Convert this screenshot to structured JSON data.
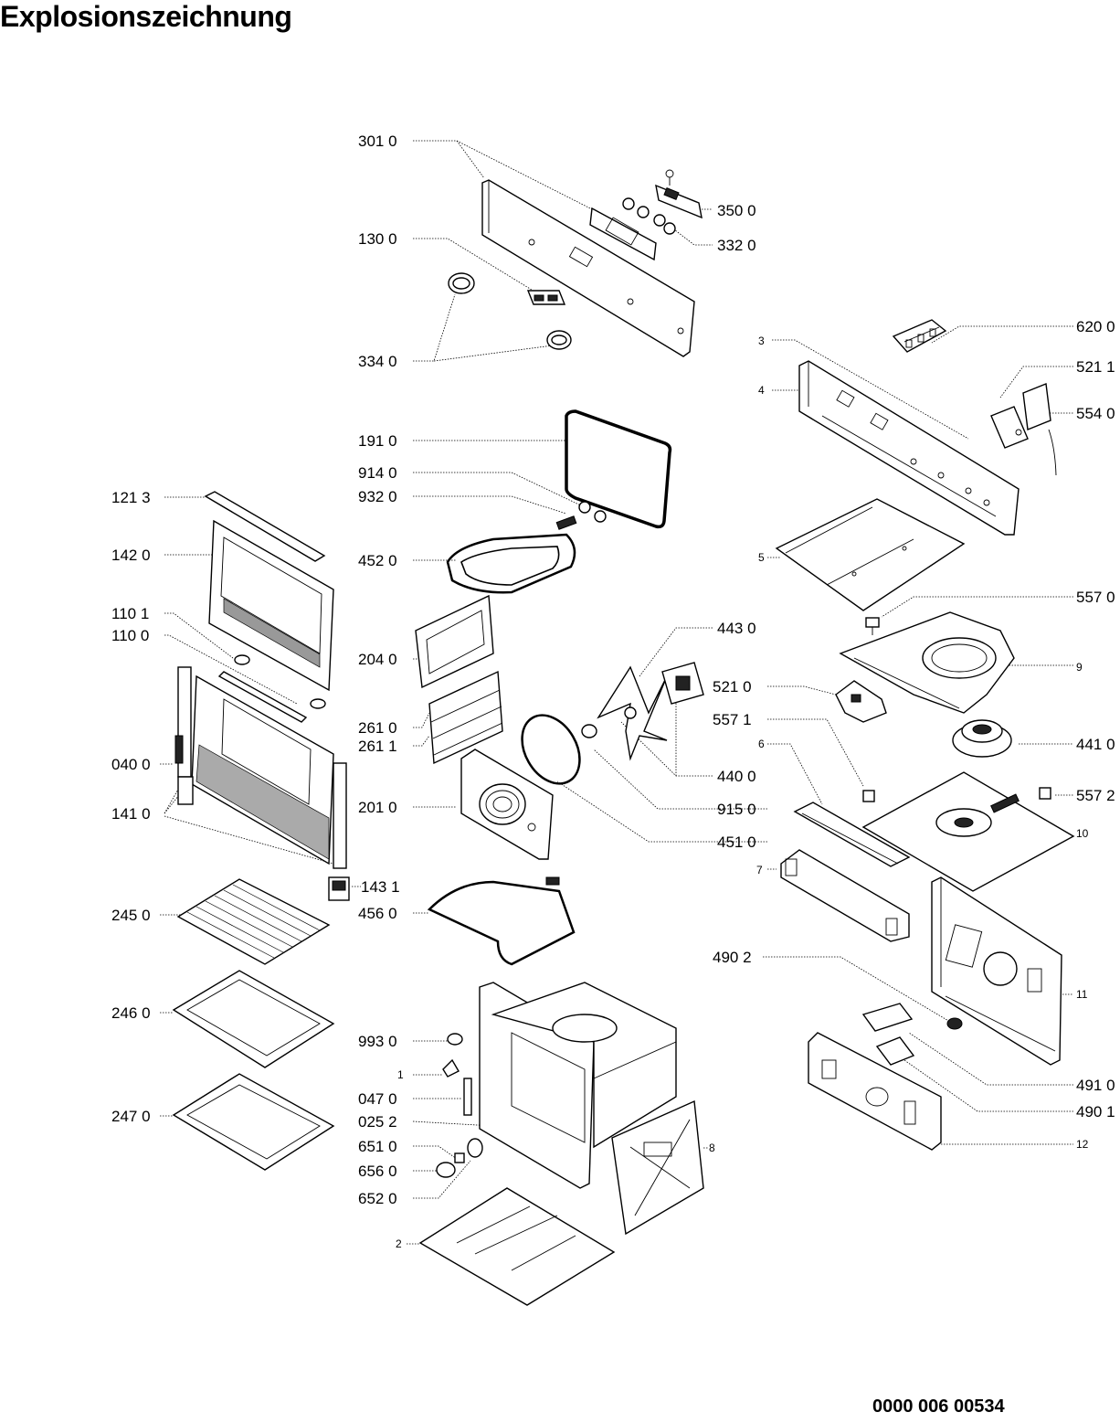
{
  "title": "Explosionszeichnung",
  "document_number": "0000 006 00534",
  "labels": {
    "l3010": "301 0",
    "l1300": "130 0",
    "l3340": "334 0",
    "l3500": "350 0",
    "l3320": "332 0",
    "l6200": "620 0",
    "l3": "3",
    "l4": "4",
    "l5211": "521 1",
    "l5540": "554 0",
    "l1910": "191 0",
    "l9140": "914 0",
    "l9320": "932 0",
    "l4520": "452 0",
    "l1213": "121 3",
    "l1420": "142 0",
    "l1101": "110 1",
    "l1100": "110 0",
    "l5": "5",
    "l5570": "557 0",
    "l4430": "443 0",
    "l2040": "204 0",
    "l9": "9",
    "l5210": "521 0",
    "l5571": "557 1",
    "l2610": "261 0",
    "l2611": "261 1",
    "l0400": "040 0",
    "l4410": "441 0",
    "l6": "6",
    "l4400": "440 0",
    "l1410": "141 0",
    "l2010": "201 0",
    "l9150": "915 0",
    "l5572": "557 2",
    "l10": "10",
    "l4510": "451 0",
    "l7": "7",
    "l1431": "143 1",
    "l2450": "245 0",
    "l4560": "456 0",
    "l4902": "490 2",
    "l11": "11",
    "l2460": "246 0",
    "l9930": "993 0",
    "l1": "1",
    "l0470": "047 0",
    "l4910": "491 0",
    "l4901": "490 1",
    "l2470": "247 0",
    "l0252": "025 2",
    "l6510": "651 0",
    "l12": "12",
    "l6560": "656 0",
    "l8": "8",
    "l6520": "652 0",
    "l2": "2"
  }
}
